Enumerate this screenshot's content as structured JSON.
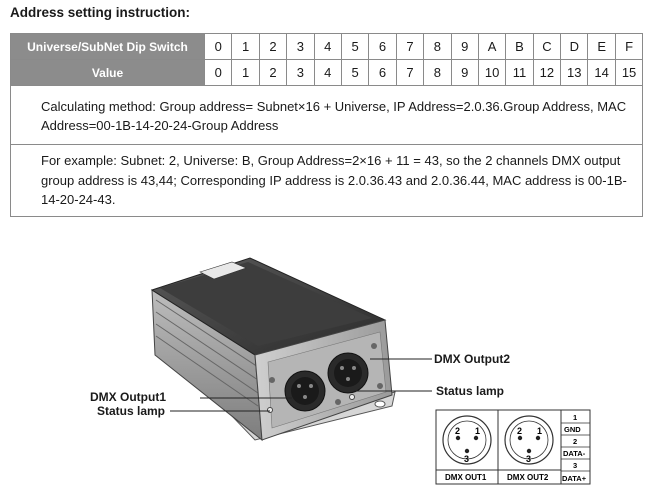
{
  "heading": "Address setting instruction:",
  "table": {
    "row1_label": "Universe/SubNet Dip Switch",
    "row1_values": [
      "0",
      "1",
      "2",
      "3",
      "4",
      "5",
      "6",
      "7",
      "8",
      "9",
      "A",
      "B",
      "C",
      "D",
      "E",
      "F"
    ],
    "row2_label": "Value",
    "row2_values": [
      "0",
      "1",
      "2",
      "3",
      "4",
      "5",
      "6",
      "7",
      "8",
      "9",
      "10",
      "11",
      "12",
      "13",
      "14",
      "15"
    ],
    "calc_text": "Calculating method: Group address= Subnet×16 + Universe, IP Address=2.0.36.Group Address, MAC Address=00-1B-14-20-24-Group Address",
    "example_text": "For example: Subnet: 2, Universe: B, Group Address=2×16 + 11 = 43, so the 2 channels DMX output group address is 43,44; Corresponding IP address is 2.0.36.43 and 2.0.36.44, MAC address is 00-1B-14-20-24-43."
  },
  "callouts": {
    "dmx_output2": "DMX Output2",
    "status_lamp_right": "Status lamp",
    "dmx_output1": "DMX Output1",
    "status_lamp_left": "Status lamp"
  },
  "pinout": {
    "out1_label": "DMX OUT1",
    "out2_label": "DMX OUT2",
    "pin1": "1",
    "pin2": "2",
    "pin3": "3",
    "legend": [
      {
        "num": "1",
        "name": "GND"
      },
      {
        "num": "2",
        "name": "DATA-"
      },
      {
        "num": "3",
        "name": "DATA+"
      }
    ]
  }
}
